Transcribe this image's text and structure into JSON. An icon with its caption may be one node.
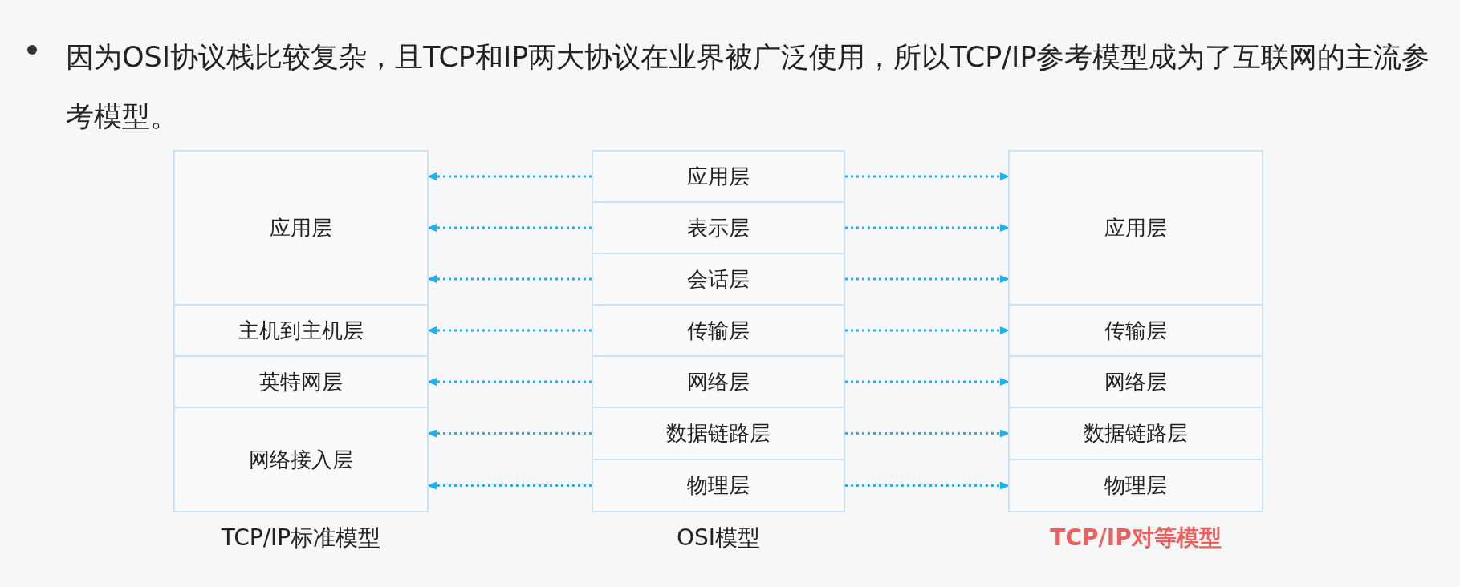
{
  "diagram": {
    "title": "因为OSI协议栈比较复杂，且TCP和IP两大协议在业界被广泛使用，所以TCP/IP参考模型成为了互联网的主流参考模型。",
    "nodes": [
      {
        "text": [
          "应用层"
        ]
      },
      {
        "text": [
          "主机到主机层"
        ]
      },
      {
        "text": [
          "英特网层"
        ]
      },
      {
        "text": [
          "网络接入层"
        ]
      },
      {
        "text": [
          "应用层"
        ]
      },
      {
        "text": [
          "表示层"
        ]
      },
      {
        "text": [
          "会话层"
        ]
      },
      {
        "text": [
          "传输层"
        ]
      },
      {
        "text": [
          "网络层"
        ]
      },
      {
        "text": [
          "数据链路层"
        ]
      },
      {
        "text": [
          "物理层"
        ]
      },
      {
        "text": [
          "应用层"
        ]
      },
      {
        "text": [
          "传输层"
        ]
      },
      {
        "text": [
          "网络层"
        ]
      },
      {
        "text": [
          "数据链路层"
        ]
      },
      {
        "text": [
          "物理层"
        ]
      }
    ],
    "edges": [
      {
        "from": 4,
        "to": 0,
        "arrow": "to"
      },
      {
        "from": 5,
        "to": 0,
        "arrow": "to"
      },
      {
        "from": 6,
        "to": 0,
        "arrow": "to"
      },
      {
        "from": 7,
        "to": 1,
        "arrow": "to"
      },
      {
        "from": 8,
        "to": 2,
        "arrow": "to"
      },
      {
        "from": 9,
        "to": 3,
        "arrow": "to"
      },
      {
        "from": 10,
        "to": 3,
        "arrow": "to"
      },
      {
        "from": 4,
        "to": 11,
        "arrow": "to"
      },
      {
        "from": 5,
        "to": 11,
        "arrow": "to"
      },
      {
        "from": 6,
        "to": 11,
        "arrow": "to"
      },
      {
        "from": 7,
        "to": 12,
        "arrow": "to"
      },
      {
        "from": 8,
        "to": 13,
        "arrow": "to"
      },
      {
        "from": 9,
        "to": 14,
        "arrow": "to"
      },
      {
        "from": 10,
        "to": 15,
        "arrow": "to"
      }
    ],
    "labels": [
      "TCP/IP标准模型",
      "OSI模型",
      "TCP/IP对等模型"
    ]
  }
}
